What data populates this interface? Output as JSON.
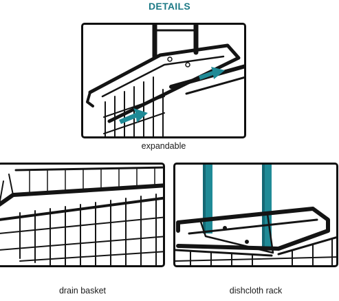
{
  "header": {
    "title": "DETAILS"
  },
  "colors": {
    "title": "#1d7a86",
    "accent_teal": "#1f8a96",
    "rack_black": "#141414",
    "border": "#0f0f0f"
  },
  "panels": [
    {
      "caption": "expandable",
      "icon": "arrow-right-icon"
    },
    {
      "caption": "drain basket",
      "icon": "wire-basket-icon"
    },
    {
      "caption": "dishcloth rack",
      "icon": "towel-bar-icon"
    }
  ]
}
